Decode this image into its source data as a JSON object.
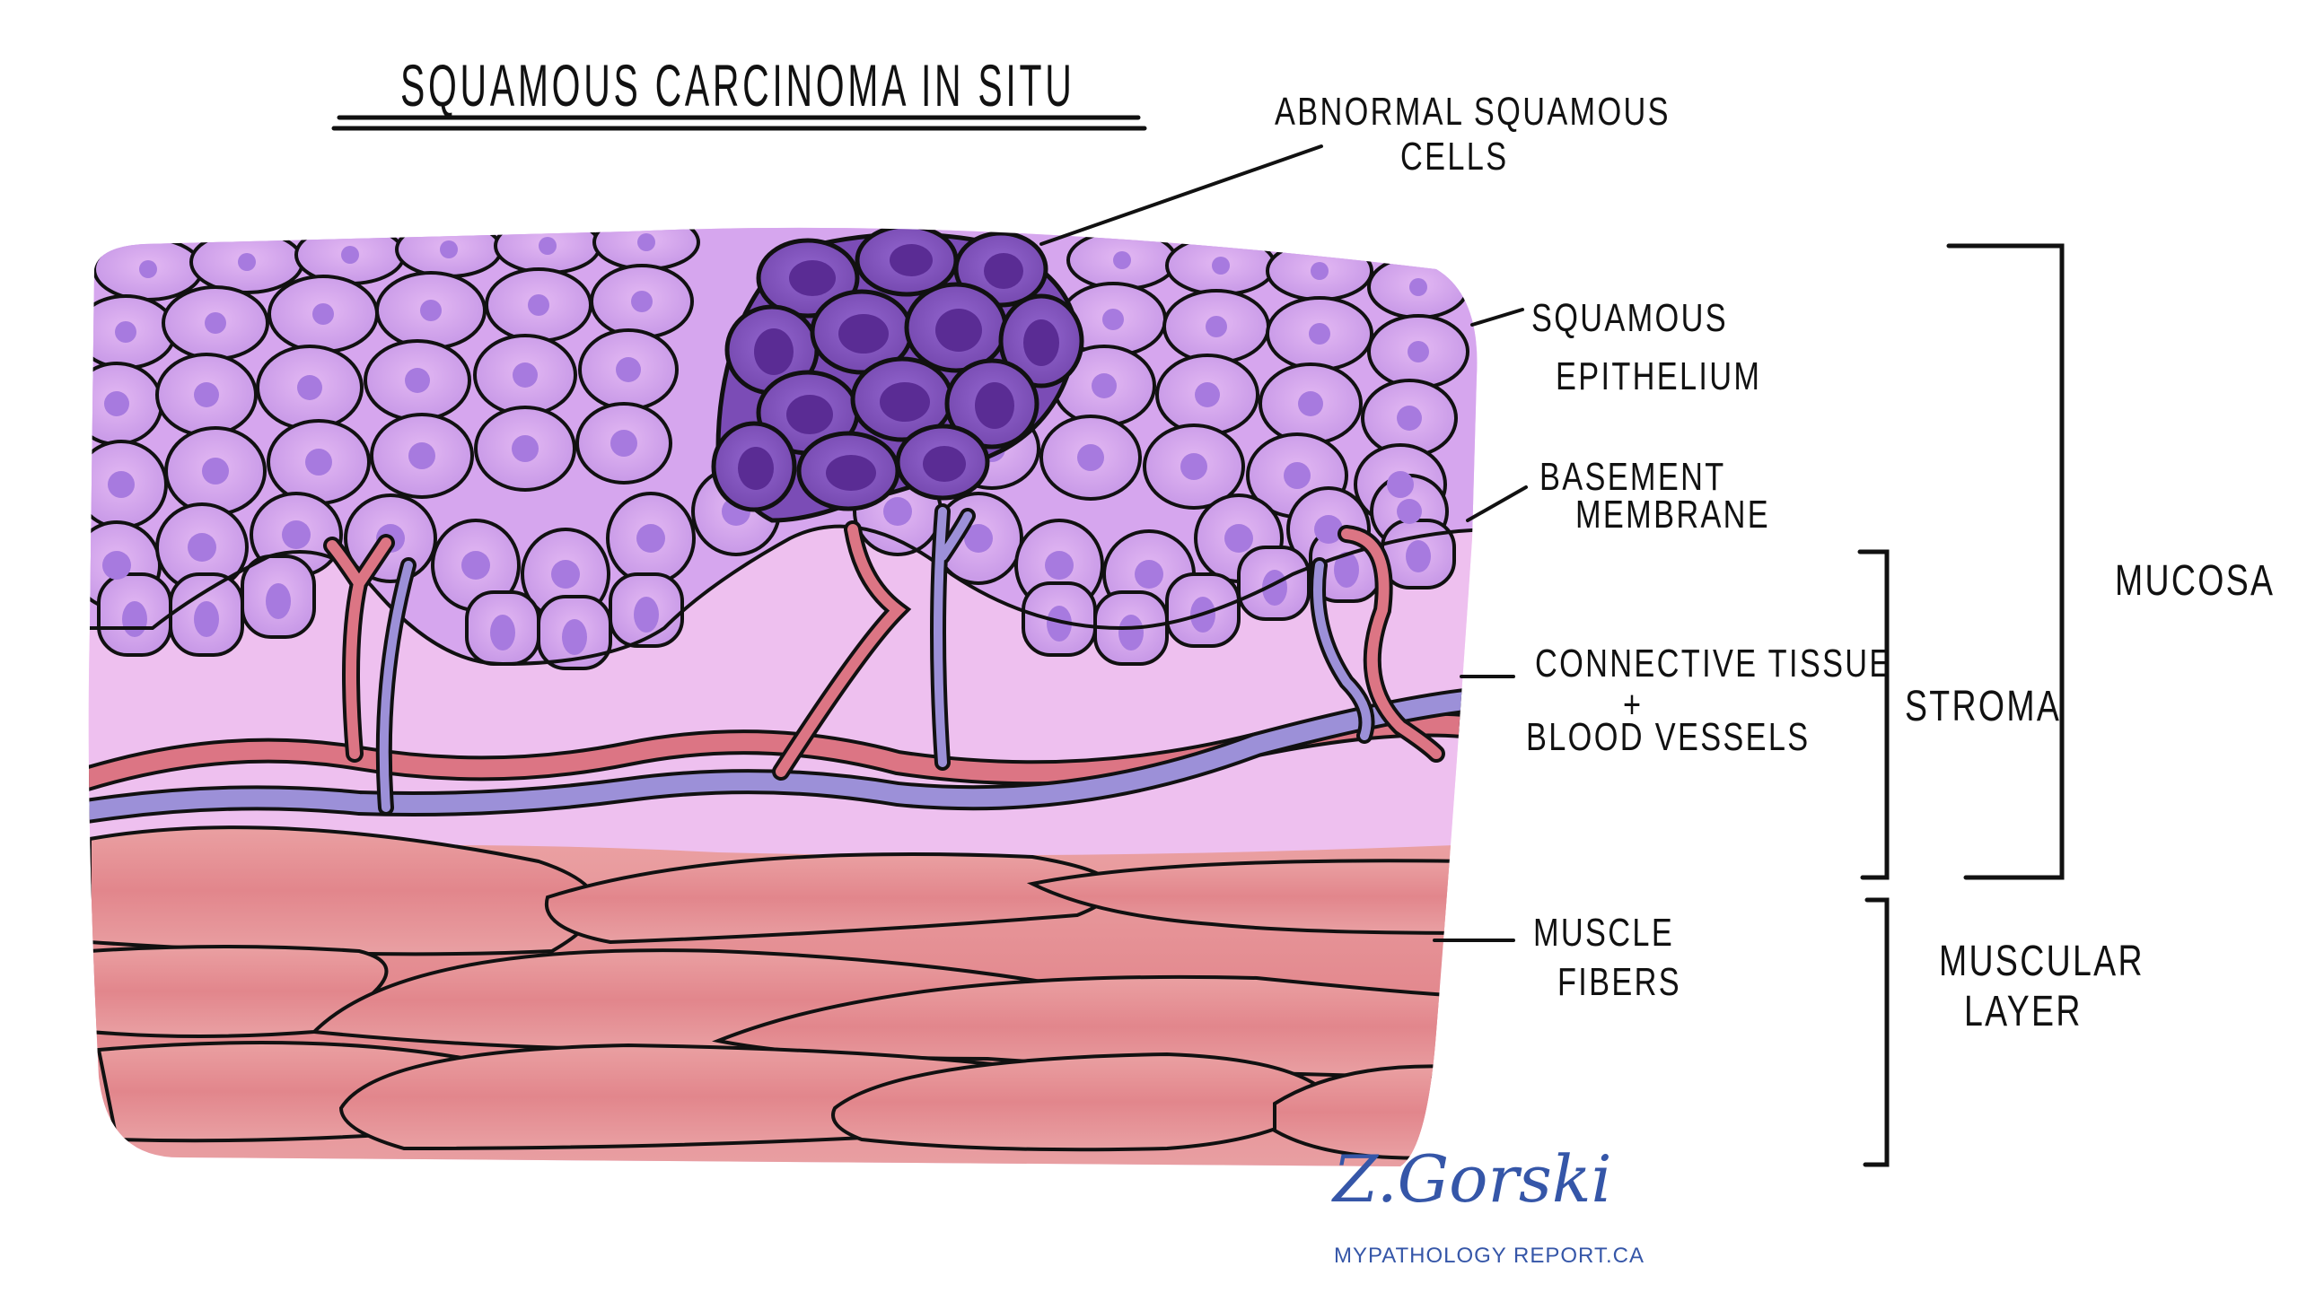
{
  "title": "SQUAMOUS CARCINOMA IN SITU",
  "labels": {
    "abnormal_cells": {
      "line1": "ABNORMAL SQUAMOUS",
      "line2": "CELLS"
    },
    "squamous_epithelium": {
      "line1": "SQUAMOUS",
      "line2": "EPITHELIUM"
    },
    "basement_membrane": {
      "line1": "BASEMENT",
      "line2": "MEMBRANE"
    },
    "connective_tissue": {
      "line1": "CONNECTIVE TISSUE",
      "line2": "+",
      "line3": "BLOOD VESSELS"
    },
    "muscle_fibers": {
      "line1": "MUSCLE",
      "line2": "FIBERS"
    }
  },
  "brackets": {
    "stroma": "STROMA",
    "mucosa": "MUCOSA",
    "muscular_layer": {
      "line1": "MUSCULAR",
      "line2": "LAYER"
    }
  },
  "signature": {
    "name": "Z.Gorski",
    "website": "MYPATHOLOGY REPORT.CA"
  },
  "colors": {
    "epithelium_cell": "#c99be8",
    "epithelium_nucleus": "#a579dc",
    "abnormal_cell": "#7a4bb5",
    "abnormal_nucleus": "#5b2d95",
    "stroma": "#f0c4f0",
    "artery": "#d9707e",
    "vein": "#9a8fd6",
    "muscle": "#e3868c",
    "outline": "#111111",
    "signature": "#3556a8"
  }
}
